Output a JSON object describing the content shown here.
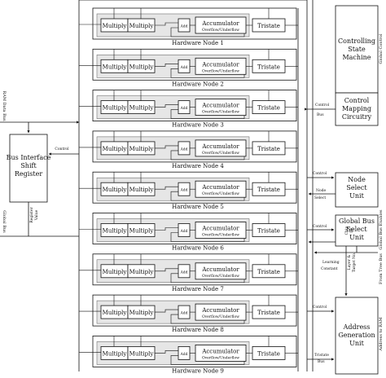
{
  "node_labels": {
    "multiply": "Multiply",
    "add": "Add",
    "accumulator": "Accumulator",
    "overflow": "Overflow/Underflow",
    "tristate": "Tristate"
  },
  "nodes": [
    {
      "name": "Hardware Node 1"
    },
    {
      "name": "Hardware Node 2"
    },
    {
      "name": "Hardware Node 3"
    },
    {
      "name": "Hardware Node 4"
    },
    {
      "name": "Hardware Node 5"
    },
    {
      "name": "Hardware Node 6"
    },
    {
      "name": "Hardware Node 7"
    },
    {
      "name": "Hardware Node 8"
    },
    {
      "name": "Hardware Node 9"
    }
  ],
  "blocks": {
    "controlling_state_machine": [
      "Controlling",
      "State",
      "Machine"
    ],
    "control_mapping": [
      "Control",
      "Mapping",
      "Circuitry"
    ],
    "bus_interface": [
      "Bus Interface",
      "Shift",
      "Register"
    ],
    "node_select": [
      "Node",
      "Select",
      "Unit"
    ],
    "global_bus_select": [
      "Global Bus",
      "Select",
      "Unit"
    ],
    "address_generation": [
      "Address",
      "Generation",
      "Unit"
    ]
  },
  "signals": {
    "control_bus": [
      "Control",
      "Bus"
    ],
    "control_to_bus_interface": "Control",
    "control_to_node_select": "Control",
    "node_select": [
      "Node",
      "Select"
    ],
    "control_to_global_bus": "Control",
    "chip_id": [
      "Chip",
      "ID"
    ],
    "layer_target": [
      "Layer &",
      "Target No."
    ],
    "learning_constant": [
      "Learning",
      "Constant"
    ],
    "control_to_address": "Control",
    "tristate_bus": [
      "Tristate",
      "Bus"
    ],
    "register_value": [
      "Register",
      "Value"
    ]
  },
  "side_labels": {
    "ram_data_bus": "RAM Data Bus",
    "global_bus": "Global Bus",
    "global_control": "Global Control",
    "global_bus_enables": "Global Bus Enables",
    "from_tree_bus": "From Tree Bus",
    "address_to_ram": "Address to RAM"
  }
}
